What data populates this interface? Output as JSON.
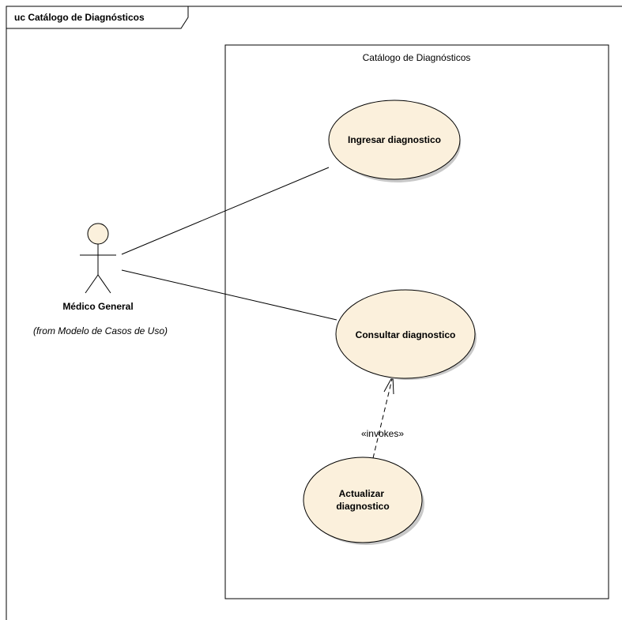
{
  "frame": {
    "title": "uc Catálogo de Diagnósticos"
  },
  "system_boundary": {
    "title": "Catálogo de Diagnósticos"
  },
  "actor": {
    "name": "Médico General",
    "origin": "(from Modelo de Casos de Uso)"
  },
  "use_cases": [
    {
      "lines": [
        "Ingresar diagnostico"
      ]
    },
    {
      "lines": [
        "Consultar diagnostico"
      ]
    },
    {
      "lines": [
        "Actualizar",
        "diagnostico"
      ]
    }
  ],
  "relationships": {
    "invokes_label": "«invokes»"
  },
  "colors": {
    "usecase_fill": "#fbf0dc",
    "actor_head_fill": "#fbf0dc",
    "shadow": "#c8c8c8",
    "line": "#000000"
  }
}
